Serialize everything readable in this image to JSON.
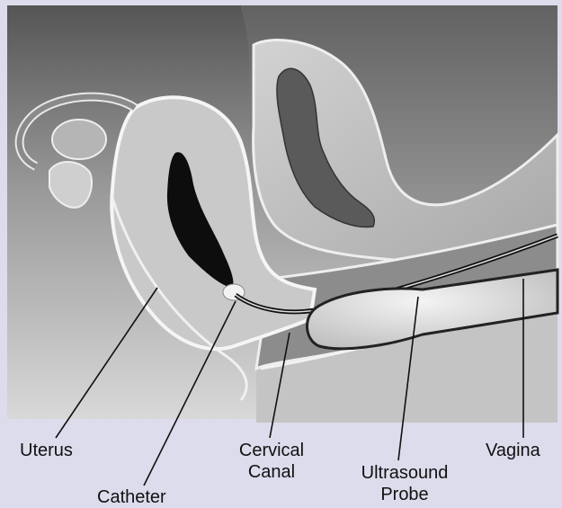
{
  "labels": {
    "uterus": "Uterus",
    "catheter": "Catheter",
    "cervical_canal": "Cervical\nCanal",
    "ultrasound_probe": "Ultrasound\nProbe",
    "vagina": "Vagina"
  }
}
